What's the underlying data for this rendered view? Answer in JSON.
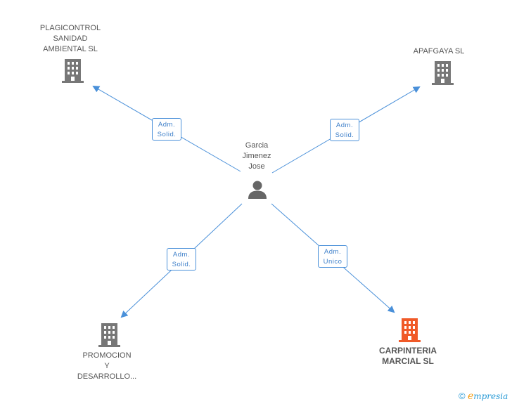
{
  "center": {
    "name_lines": [
      "Garcia",
      "Jimenez",
      "Jose"
    ],
    "icon": "person-icon"
  },
  "companies": [
    {
      "id": "plagicontrol",
      "name_lines": [
        "PLAGICONTROL",
        "SANIDAD",
        "AMBIENTAL SL"
      ],
      "icon": "building-icon",
      "highlight": false
    },
    {
      "id": "apafgaya",
      "name_lines": [
        "APAFGAYA SL"
      ],
      "icon": "building-icon",
      "highlight": false
    },
    {
      "id": "promocion",
      "name_lines": [
        "PROMOCION",
        "Y",
        "DESARROLLO..."
      ],
      "icon": "building-icon",
      "highlight": false
    },
    {
      "id": "carpinteria",
      "name_lines": [
        "CARPINTERIA",
        "MARCIAL SL"
      ],
      "icon": "building-icon",
      "highlight": true
    }
  ],
  "edges": [
    {
      "target": "plagicontrol",
      "label_lines": [
        "Adm.",
        "Solid."
      ]
    },
    {
      "target": "apafgaya",
      "label_lines": [
        "Adm.",
        "Solid."
      ]
    },
    {
      "target": "promocion",
      "label_lines": [
        "Adm.",
        "Solid."
      ]
    },
    {
      "target": "carpinteria",
      "label_lines": [
        "Adm.",
        "Unico"
      ]
    }
  ],
  "colors": {
    "edge": "#4a90d9",
    "building": "#777777",
    "building_highlight": "#f05a28",
    "person": "#666666"
  },
  "footer": {
    "copyright": "©",
    "brand_initial": "e",
    "brand_rest": "mpresia"
  }
}
